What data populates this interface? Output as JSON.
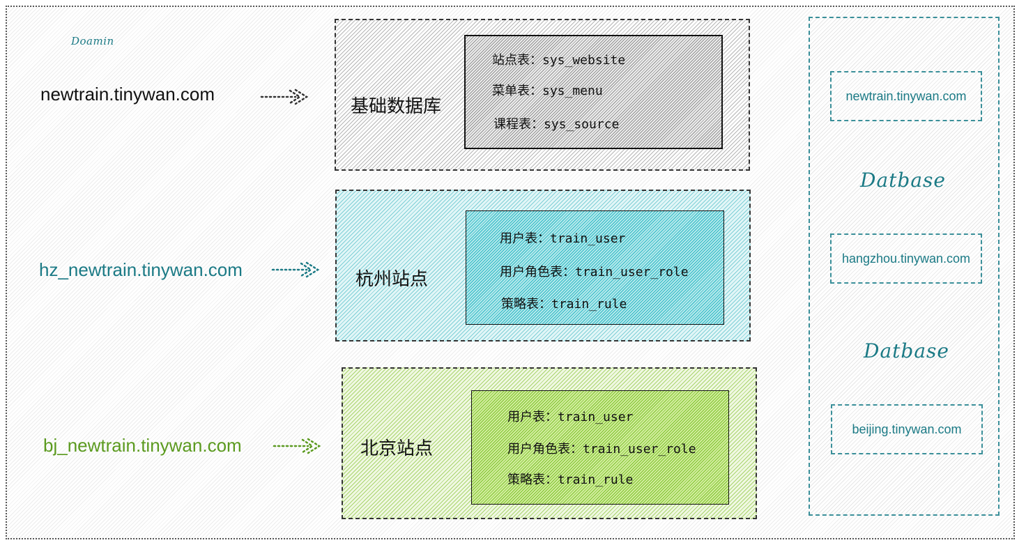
{
  "domain_caption": "Doamin",
  "domains": [
    {
      "text": "newtrain.tinywan.com",
      "color": "#111111"
    },
    {
      "text": "hz_newtrain.tinywan.com",
      "color": "#1b7a85"
    },
    {
      "text": "bj_newtrain.tinywan.com",
      "color": "#5b9a1f"
    }
  ],
  "databases": [
    {
      "title": "基础数据库",
      "tables": [
        {
          "label": "站点表：",
          "value": "sys_website"
        },
        {
          "label": "菜单表：",
          "value": "sys_menu"
        },
        {
          "label": "课程表：",
          "value": "sys_source"
        }
      ]
    },
    {
      "title": "杭州站点",
      "tables": [
        {
          "label": "用户表：",
          "value": "train_user"
        },
        {
          "label": "用户角色表：",
          "value": "train_user_role"
        },
        {
          "label": "策略表：",
          "value": "train_rule"
        }
      ]
    },
    {
      "title": "北京站点",
      "tables": [
        {
          "label": "用户表：",
          "value": "train_user"
        },
        {
          "label": "用户角色表：",
          "value": "train_user_role"
        },
        {
          "label": "策略表：",
          "value": "train_rule"
        }
      ]
    }
  ],
  "right_panel": {
    "hosts": [
      "newtrain.tinywan.com",
      "hangzhou.tinywan.com",
      "beijing.tinywan.com"
    ],
    "db_labels": [
      "Datbase",
      "Datbase"
    ]
  },
  "colors": {
    "teal": "#1b7a85",
    "green": "#5b9a1f",
    "dark": "#111111"
  }
}
